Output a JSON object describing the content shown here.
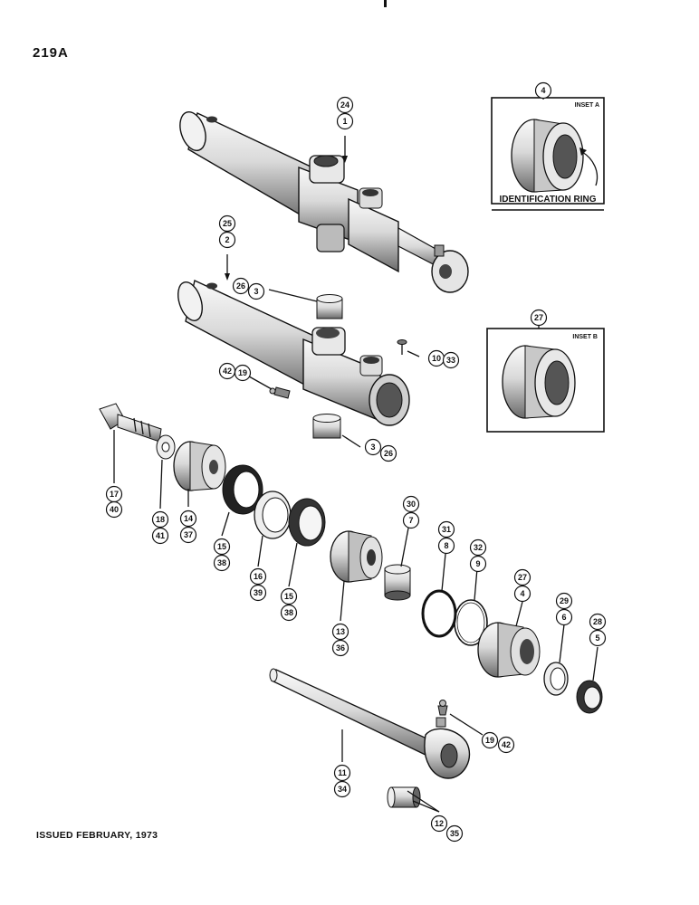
{
  "page": {
    "number": "219A",
    "issued": "ISSUED FEBRUARY, 1973"
  },
  "insets": {
    "a": {
      "title": "INSET A",
      "caption": "IDENTIFICATION RING",
      "ref": "4"
    },
    "b": {
      "title": "INSET B",
      "ref": "27"
    }
  },
  "callouts": [
    {
      "id": "c24",
      "text": "24"
    },
    {
      "id": "c1",
      "text": "1"
    },
    {
      "id": "c25",
      "text": "25"
    },
    {
      "id": "c2",
      "text": "2"
    },
    {
      "id": "c26a",
      "text": "26"
    },
    {
      "id": "c3a",
      "text": "3"
    },
    {
      "id": "c10",
      "text": "10"
    },
    {
      "id": "c33",
      "text": "33"
    },
    {
      "id": "c42a",
      "text": "42"
    },
    {
      "id": "c19a",
      "text": "19"
    },
    {
      "id": "c3b",
      "text": "3"
    },
    {
      "id": "c26b",
      "text": "26"
    },
    {
      "id": "c17",
      "text": "17"
    },
    {
      "id": "c40",
      "text": "40"
    },
    {
      "id": "c18",
      "text": "18"
    },
    {
      "id": "c41",
      "text": "41"
    },
    {
      "id": "c14",
      "text": "14"
    },
    {
      "id": "c37",
      "text": "37"
    },
    {
      "id": "c15a",
      "text": "15"
    },
    {
      "id": "c38a",
      "text": "38"
    },
    {
      "id": "c16",
      "text": "16"
    },
    {
      "id": "c39",
      "text": "39"
    },
    {
      "id": "c15b",
      "text": "15"
    },
    {
      "id": "c38b",
      "text": "38"
    },
    {
      "id": "c13",
      "text": "13"
    },
    {
      "id": "c36",
      "text": "36"
    },
    {
      "id": "c30",
      "text": "30"
    },
    {
      "id": "c7",
      "text": "7"
    },
    {
      "id": "c31",
      "text": "31"
    },
    {
      "id": "c8",
      "text": "8"
    },
    {
      "id": "c32",
      "text": "32"
    },
    {
      "id": "c9",
      "text": "9"
    },
    {
      "id": "c27",
      "text": "27"
    },
    {
      "id": "c4",
      "text": "4"
    },
    {
      "id": "c29",
      "text": "29"
    },
    {
      "id": "c6",
      "text": "6"
    },
    {
      "id": "c28",
      "text": "28"
    },
    {
      "id": "c5",
      "text": "5"
    },
    {
      "id": "c19b",
      "text": "19"
    },
    {
      "id": "c42b",
      "text": "42"
    },
    {
      "id": "c11",
      "text": "11"
    },
    {
      "id": "c34",
      "text": "34"
    },
    {
      "id": "c12",
      "text": "12"
    },
    {
      "id": "c35",
      "text": "35"
    }
  ]
}
